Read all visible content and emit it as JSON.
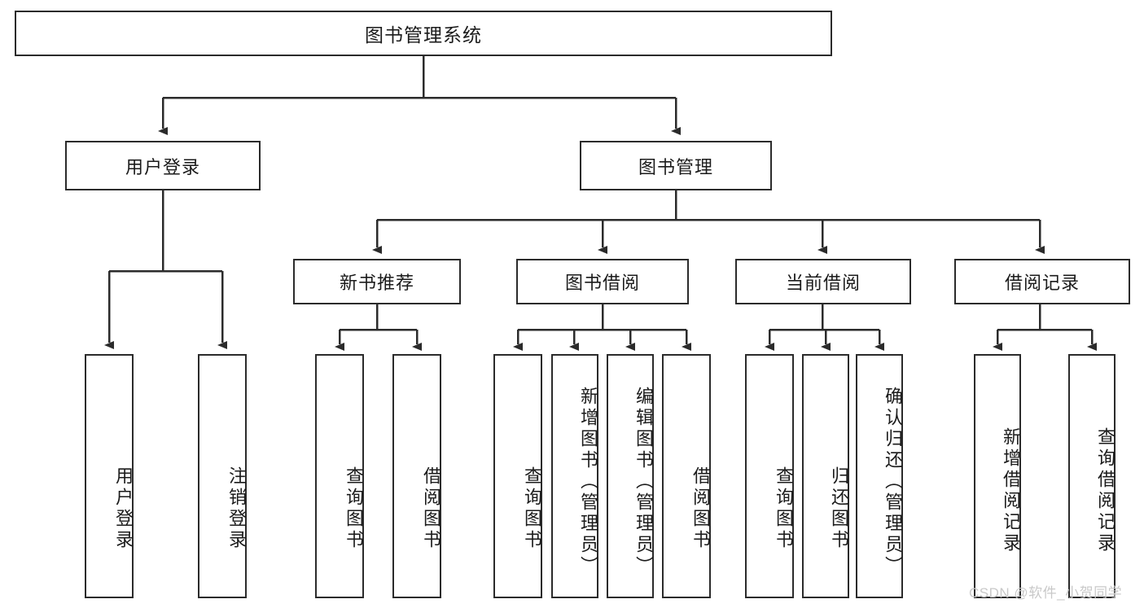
{
  "diagram": {
    "title": "图书管理系统",
    "type": "hierarchical-tree",
    "colors": {
      "background": "#ffffff",
      "node_border": "#2b2b2b",
      "node_fill": "#ffffff",
      "text": "#1b1b1b",
      "edge": "#2b2b2b",
      "watermark": "#c9c9c9"
    },
    "nodes": {
      "root": {
        "label": "图书管理系统"
      },
      "level1": [
        {
          "id": "user-login",
          "label": "用户登录"
        },
        {
          "id": "book-manage",
          "label": "图书管理"
        }
      ],
      "level2": [
        {
          "id": "new-book-recommend",
          "label": "新书推荐"
        },
        {
          "id": "book-borrow",
          "label": "图书借阅"
        },
        {
          "id": "current-borrow",
          "label": "当前借阅"
        },
        {
          "id": "borrow-record",
          "label": "借阅记录"
        }
      ],
      "leaves": {
        "user_login": [
          {
            "id": "leaf-user-login",
            "label": "用户登录"
          },
          {
            "id": "leaf-logout-login",
            "label": "注销登录"
          }
        ],
        "new_book_recommend": [
          {
            "id": "leaf-query-book-1",
            "label": "查询图书"
          },
          {
            "id": "leaf-borrow-book-1",
            "label": "借阅图书"
          }
        ],
        "book_borrow": [
          {
            "id": "leaf-query-book-2",
            "label": "查询图书"
          },
          {
            "id": "leaf-add-book",
            "label": "新增图书（管理员）"
          },
          {
            "id": "leaf-edit-book",
            "label": "编辑图书（管理员）"
          },
          {
            "id": "leaf-borrow-book-2",
            "label": "借阅图书"
          }
        ],
        "current_borrow": [
          {
            "id": "leaf-query-book-3",
            "label": "查询图书"
          },
          {
            "id": "leaf-return-book",
            "label": "归还图书"
          },
          {
            "id": "leaf-confirm-return",
            "label": "确认归还（管理员）"
          }
        ],
        "borrow_record": [
          {
            "id": "leaf-add-record",
            "label": "新增借阅记录"
          },
          {
            "id": "leaf-query-record",
            "label": "查询借阅记录"
          }
        ]
      }
    },
    "watermark": "CSDN @软件_小贺同学"
  }
}
